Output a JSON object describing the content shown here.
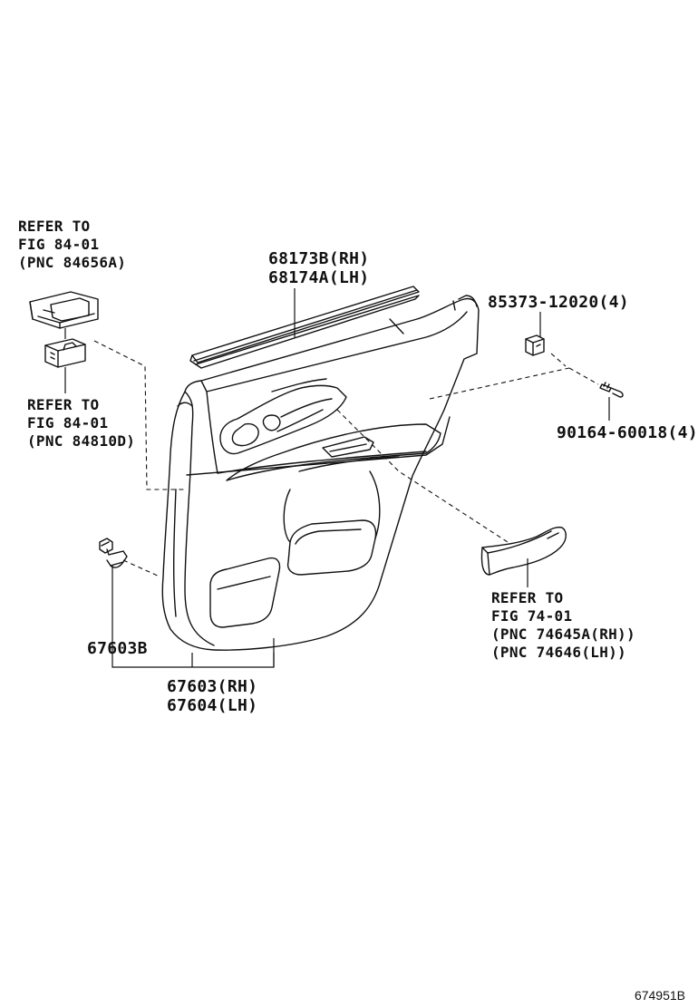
{
  "callouts": {
    "switch_upper_ref": [
      "REFER TO",
      "FIG 84-01",
      "(PNC 84656A)"
    ],
    "switch_lower_ref": [
      "REFER TO",
      "FIG 84-01",
      "(PNC 84810D)"
    ],
    "weatherstrip": [
      "68173B(RH)",
      "68174A(LH)"
    ],
    "clip_upper": "85373-12020(4)",
    "screw": "90164-60018(4)",
    "handle_ref": [
      "REFER TO",
      "FIG 74-01",
      "(PNC 74645A(RH))",
      "(PNC 74646(LH))"
    ],
    "clip_lower": "67603B",
    "trim_panel": [
      "67603(RH)",
      "67604(LH)"
    ]
  },
  "figure_id": "674951B"
}
